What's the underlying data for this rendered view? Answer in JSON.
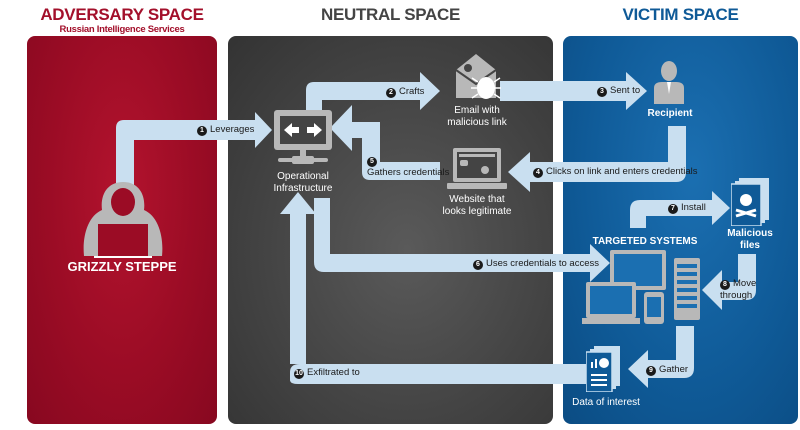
{
  "headers": {
    "adversary": {
      "title": "ADVERSARY SPACE",
      "subtitle": "Russian Intelligence Services",
      "color": "#a3102b"
    },
    "neutral": {
      "title": "NEUTRAL SPACE",
      "color": "#444444"
    },
    "victim": {
      "title": "VICTIM SPACE",
      "color": "#0f5a97"
    }
  },
  "nodes": {
    "actor": "GRIZZLY STEPPE",
    "infrastructure": "Operational Infrastructure",
    "email_line1": "Email with",
    "email_line2": "malicious link",
    "recipient": "Recipient",
    "website_line1": "Website that",
    "website_line2": "looks legitimate",
    "targeted_systems": "TARGETED SYSTEMS",
    "malicious_files_line1": "Malicious",
    "malicious_files_line2": "files",
    "data_of_interest": "Data of interest"
  },
  "steps": [
    {
      "num": "1",
      "label": "Leverages"
    },
    {
      "num": "2",
      "label": "Crafts"
    },
    {
      "num": "3",
      "label": "Sent to"
    },
    {
      "num": "4",
      "label": "Clicks on link and enters credentials"
    },
    {
      "num": "5",
      "label": "Gathers credentials"
    },
    {
      "num": "6",
      "label": "Uses credentials to access"
    },
    {
      "num": "7",
      "label": "Install"
    },
    {
      "num": "8",
      "label": "Move through"
    },
    {
      "num": "9",
      "label": "Gather"
    },
    {
      "num": "10",
      "label": "Exfiltrated to"
    }
  ],
  "colors": {
    "arrow": "#c9dff0",
    "icon_gray": "#b8b8b8"
  }
}
